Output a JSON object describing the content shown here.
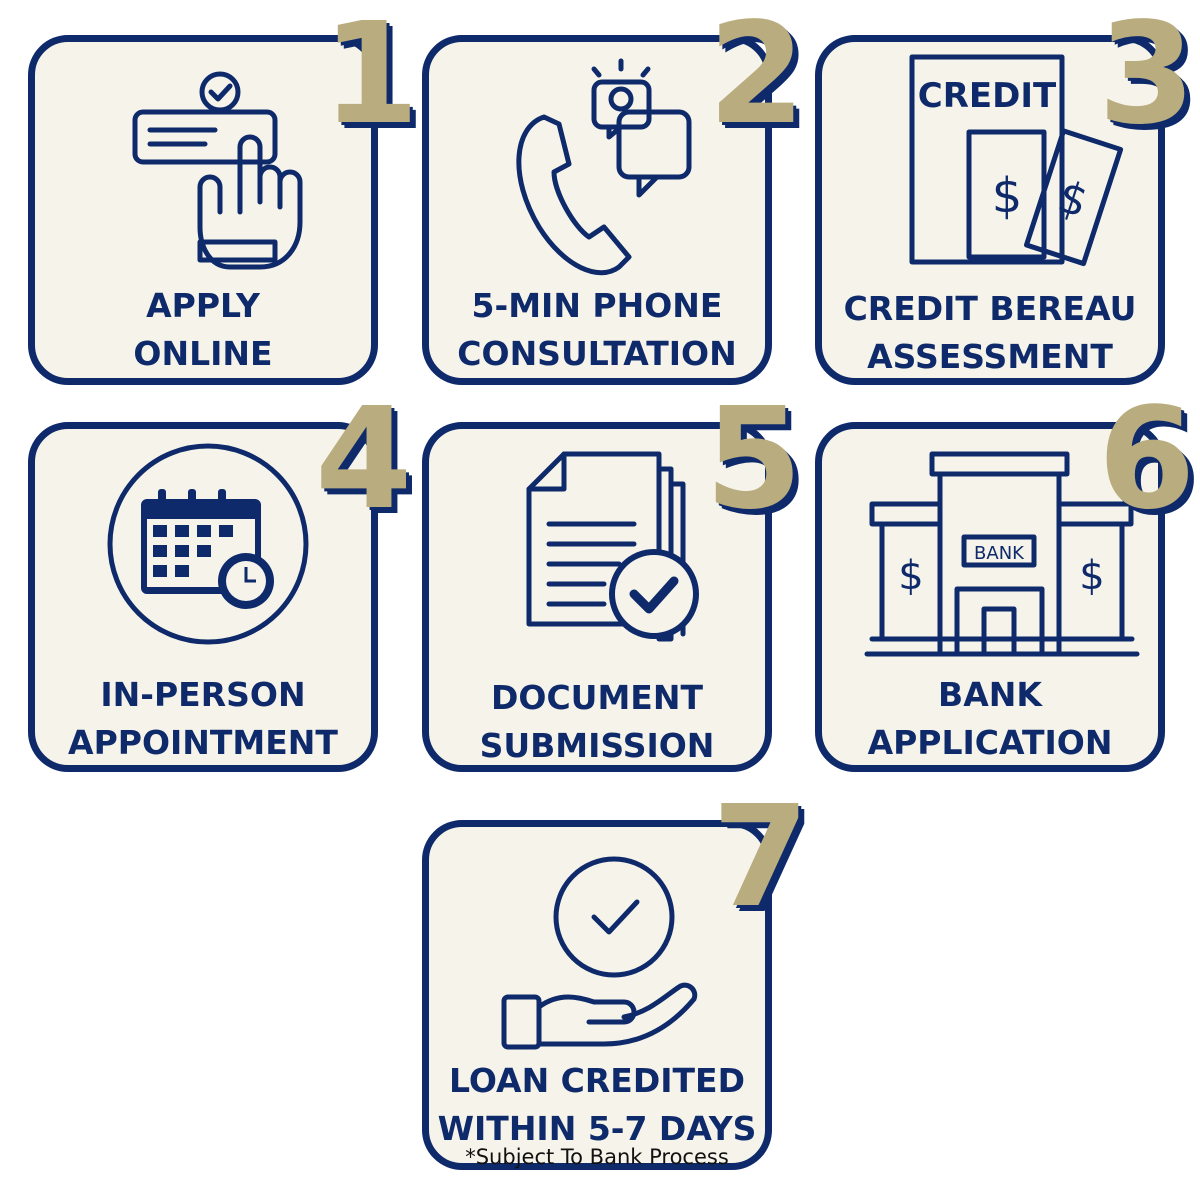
{
  "colors": {
    "navy": "#0f2a6b",
    "gold": "#b9ac7e",
    "card_bg": "#f6f4ea"
  },
  "steps": [
    {
      "number": "1",
      "icon": "apply-online-icon",
      "line1": "APPLY",
      "line2": "ONLINE"
    },
    {
      "number": "2",
      "icon": "phone-consultation-icon",
      "line1": "5-MIN PHONE",
      "line2": "CONSULTATION"
    },
    {
      "number": "3",
      "icon": "credit-report-icon",
      "icon_text": "CREDIT",
      "line1": "CREDIT BEREAU",
      "line2": "ASSESSMENT"
    },
    {
      "number": "4",
      "icon": "calendar-clock-icon",
      "line1": "IN-PERSON",
      "line2": "APPOINTMENT"
    },
    {
      "number": "5",
      "icon": "document-check-icon",
      "line1": "DOCUMENT",
      "line2": "SUBMISSION"
    },
    {
      "number": "6",
      "icon": "bank-building-icon",
      "icon_text": "BANK",
      "line1": "BANK",
      "line2": "APPLICATION"
    },
    {
      "number": "7",
      "icon": "loan-hand-check-icon",
      "line1": "LOAN CREDITED",
      "line2": "WITHIN 5-7 DAYS",
      "note": "*Subject To Bank Process"
    }
  ]
}
